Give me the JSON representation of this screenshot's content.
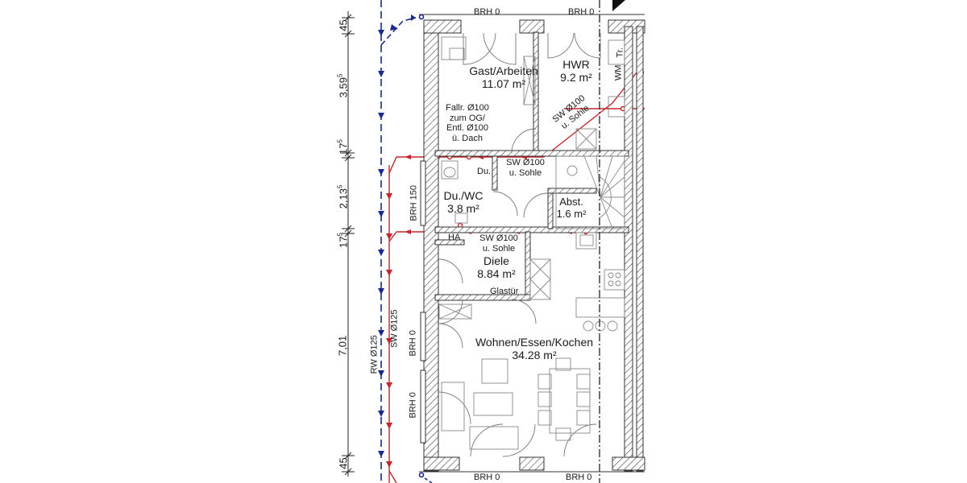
{
  "drawing": {
    "type": "floor-plan",
    "colors": {
      "wall_line": "#333333",
      "wall_hatch": "#555555",
      "sewage_pipe": "#c0282d",
      "rainwater_pipe": "#1a2a8c",
      "furniture": "#8a8a8a"
    }
  },
  "dimensions": {
    "left_chain": [
      {
        "main": "45",
        "sup": ""
      },
      {
        "main": "3,59",
        "sup": "5"
      },
      {
        "main": "17",
        "sup": "5"
      },
      {
        "main": "2,13",
        "sup": "5"
      },
      {
        "main": "17",
        "sup": "5"
      },
      {
        "main": "7,01",
        "sup": ""
      },
      {
        "main": "45",
        "sup": ""
      }
    ]
  },
  "rooms": {
    "gast": {
      "name": "Gast/Arbeiten",
      "area": "11.07 m²"
    },
    "hwr": {
      "name": "HWR",
      "area": "9.2 m²"
    },
    "duwc": {
      "name": "Du./WC",
      "area": "3.8 m²"
    },
    "abst": {
      "name": "Abst.",
      "area": "1.6 m²"
    },
    "diele": {
      "name": "Diele",
      "area": "8.84 m²"
    },
    "wohnen": {
      "name": "Wohnen/Essen/Kochen",
      "area": "34.28 m²"
    }
  },
  "annotations": {
    "fallrohr": [
      "Fallr. Ø100",
      "zum OG/",
      "Entl. Ø100",
      "ü. Dach"
    ],
    "sw_hwr": [
      "SW Ø100",
      "u. Sohle"
    ],
    "sw_du": [
      "SW Ø100",
      "u. Sohle"
    ],
    "sw_diele": [
      "SW Ø100",
      "u. Sohle"
    ],
    "du_small": "Du.",
    "ha": "HA",
    "glastuer": "Glastür",
    "wm": "WM",
    "tr": "Tr.",
    "rw_pipe": "RW Ø125",
    "sw_pipe": "SW Ø125"
  },
  "window_labels": {
    "top_left": "BRH 0",
    "top_right": "BRH 0",
    "bottom_left": "BRH 0",
    "bottom_right": "BRH 0",
    "side_du": "BRH 150",
    "side_upper": "BRH 0",
    "side_lower": "BRH 0"
  }
}
